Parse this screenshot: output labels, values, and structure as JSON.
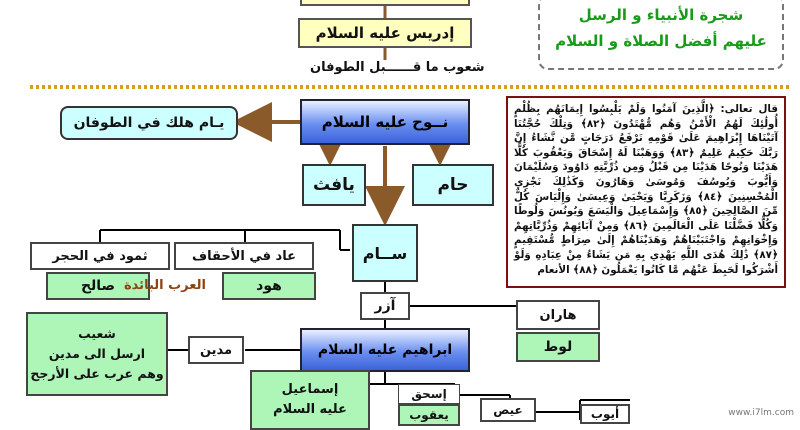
{
  "header": {
    "line1": "شجرة الأنبياء و الرسل",
    "line2": "عليهم أفضل الصلاة و السلام"
  },
  "nodes": {
    "idris": "إدريس عليه السلام",
    "flood_label": "شعوب ما قــــــبل الطوفان",
    "nuh": "نــوح عليه السلام",
    "yam": "يـام هلك في الطوفان",
    "yafith": "يافث",
    "ham": "حام",
    "sam": "ســام",
    "thamud": "ثمود في الحجر",
    "ad": "عاد في الأحقاف",
    "salih": "صالح",
    "hud": "هود",
    "arab_extinct": "العرب البائدة",
    "azar": "آزر",
    "haran": "هاران",
    "lut": "لوط",
    "ibrahim": "ابراهيم عليه السلام",
    "madyan": "مدين",
    "shuaib": "شعيب\nارسل الى مدين\nوهم عرب على الأرجح",
    "ismail": "إسماعيل\nعليه السلام",
    "ishaq": "إسحق",
    "yaqub": "يعقوب",
    "eis": "عيص",
    "ayyub": "أيوب"
  },
  "verse": "قال تعالى: ﴿الَّذِينَ آمَنُوا وَلَمْ يَلْبِسُوا إِيمَانَهُم بِظُلْمٍ أُولَٰئِكَ لَهُمُ الْأَمْنُ وَهُم مُّهْتَدُونَ ﴿٨٢﴾ وَتِلْكَ حُجَّتُنَا آتَيْنَاهَا إِبْرَاهِيمَ عَلَىٰ قَوْمِهِ نَرْفَعُ دَرَجَاتٍ مَّن نَّشَاءُ إِنَّ رَبَّكَ حَكِيمٌ عَلِيمٌ ﴿٨٣﴾ وَوَهَبْنَا لَهُ إِسْحَاقَ وَيَعْقُوبَ كُلًّا هَدَيْنَا وَنُوحًا هَدَيْنَا مِن قَبْلُ وَمِن ذُرِّيَّتِهِ دَاوُودَ وَسُلَيْمَانَ وَأَيُّوبَ وَيُوسُفَ وَمُوسَىٰ وَهَارُونَ وَكَذَٰلِكَ نَجْزِي الْمُحْسِنِينَ ﴿٨٤﴾ وَزَكَرِيَّا وَيَحْيَىٰ وَعِيسَىٰ وَإِلْيَاسَ كُلٌّ مِّنَ الصَّالِحِينَ ﴿٨٥﴾ وَإِسْمَاعِيلَ وَالْيَسَعَ وَيُونُسَ وَلُوطًا وَكُلًّا فَضَّلْنَا عَلَى الْعَالَمِينَ ﴿٨٦﴾ وَمِنْ آبَائِهِمْ وَذُرِّيَّاتِهِمْ وَإِخْوَانِهِمْ وَاجْتَبَيْنَاهُمْ وَهَدَيْنَاهُمْ إِلَىٰ صِرَاطٍ مُّسْتَقِيمٍ ﴿٨٧﴾ ذَٰلِكَ هُدَى اللَّهِ يَهْدِي بِهِ مَن يَشَاءُ مِنْ عِبَادِهِ وَلَوْ أَشْرَكُوا لَحَبِطَ عَنْهُم مَّا كَانُوا يَعْمَلُونَ ﴿٨٨﴾ الأنعام",
  "watermark": "www.i7lm.com",
  "colors": {
    "connector": "#8b5a2b",
    "dotted_divider": "#d4a017",
    "header_text": "#1a9a1a"
  }
}
